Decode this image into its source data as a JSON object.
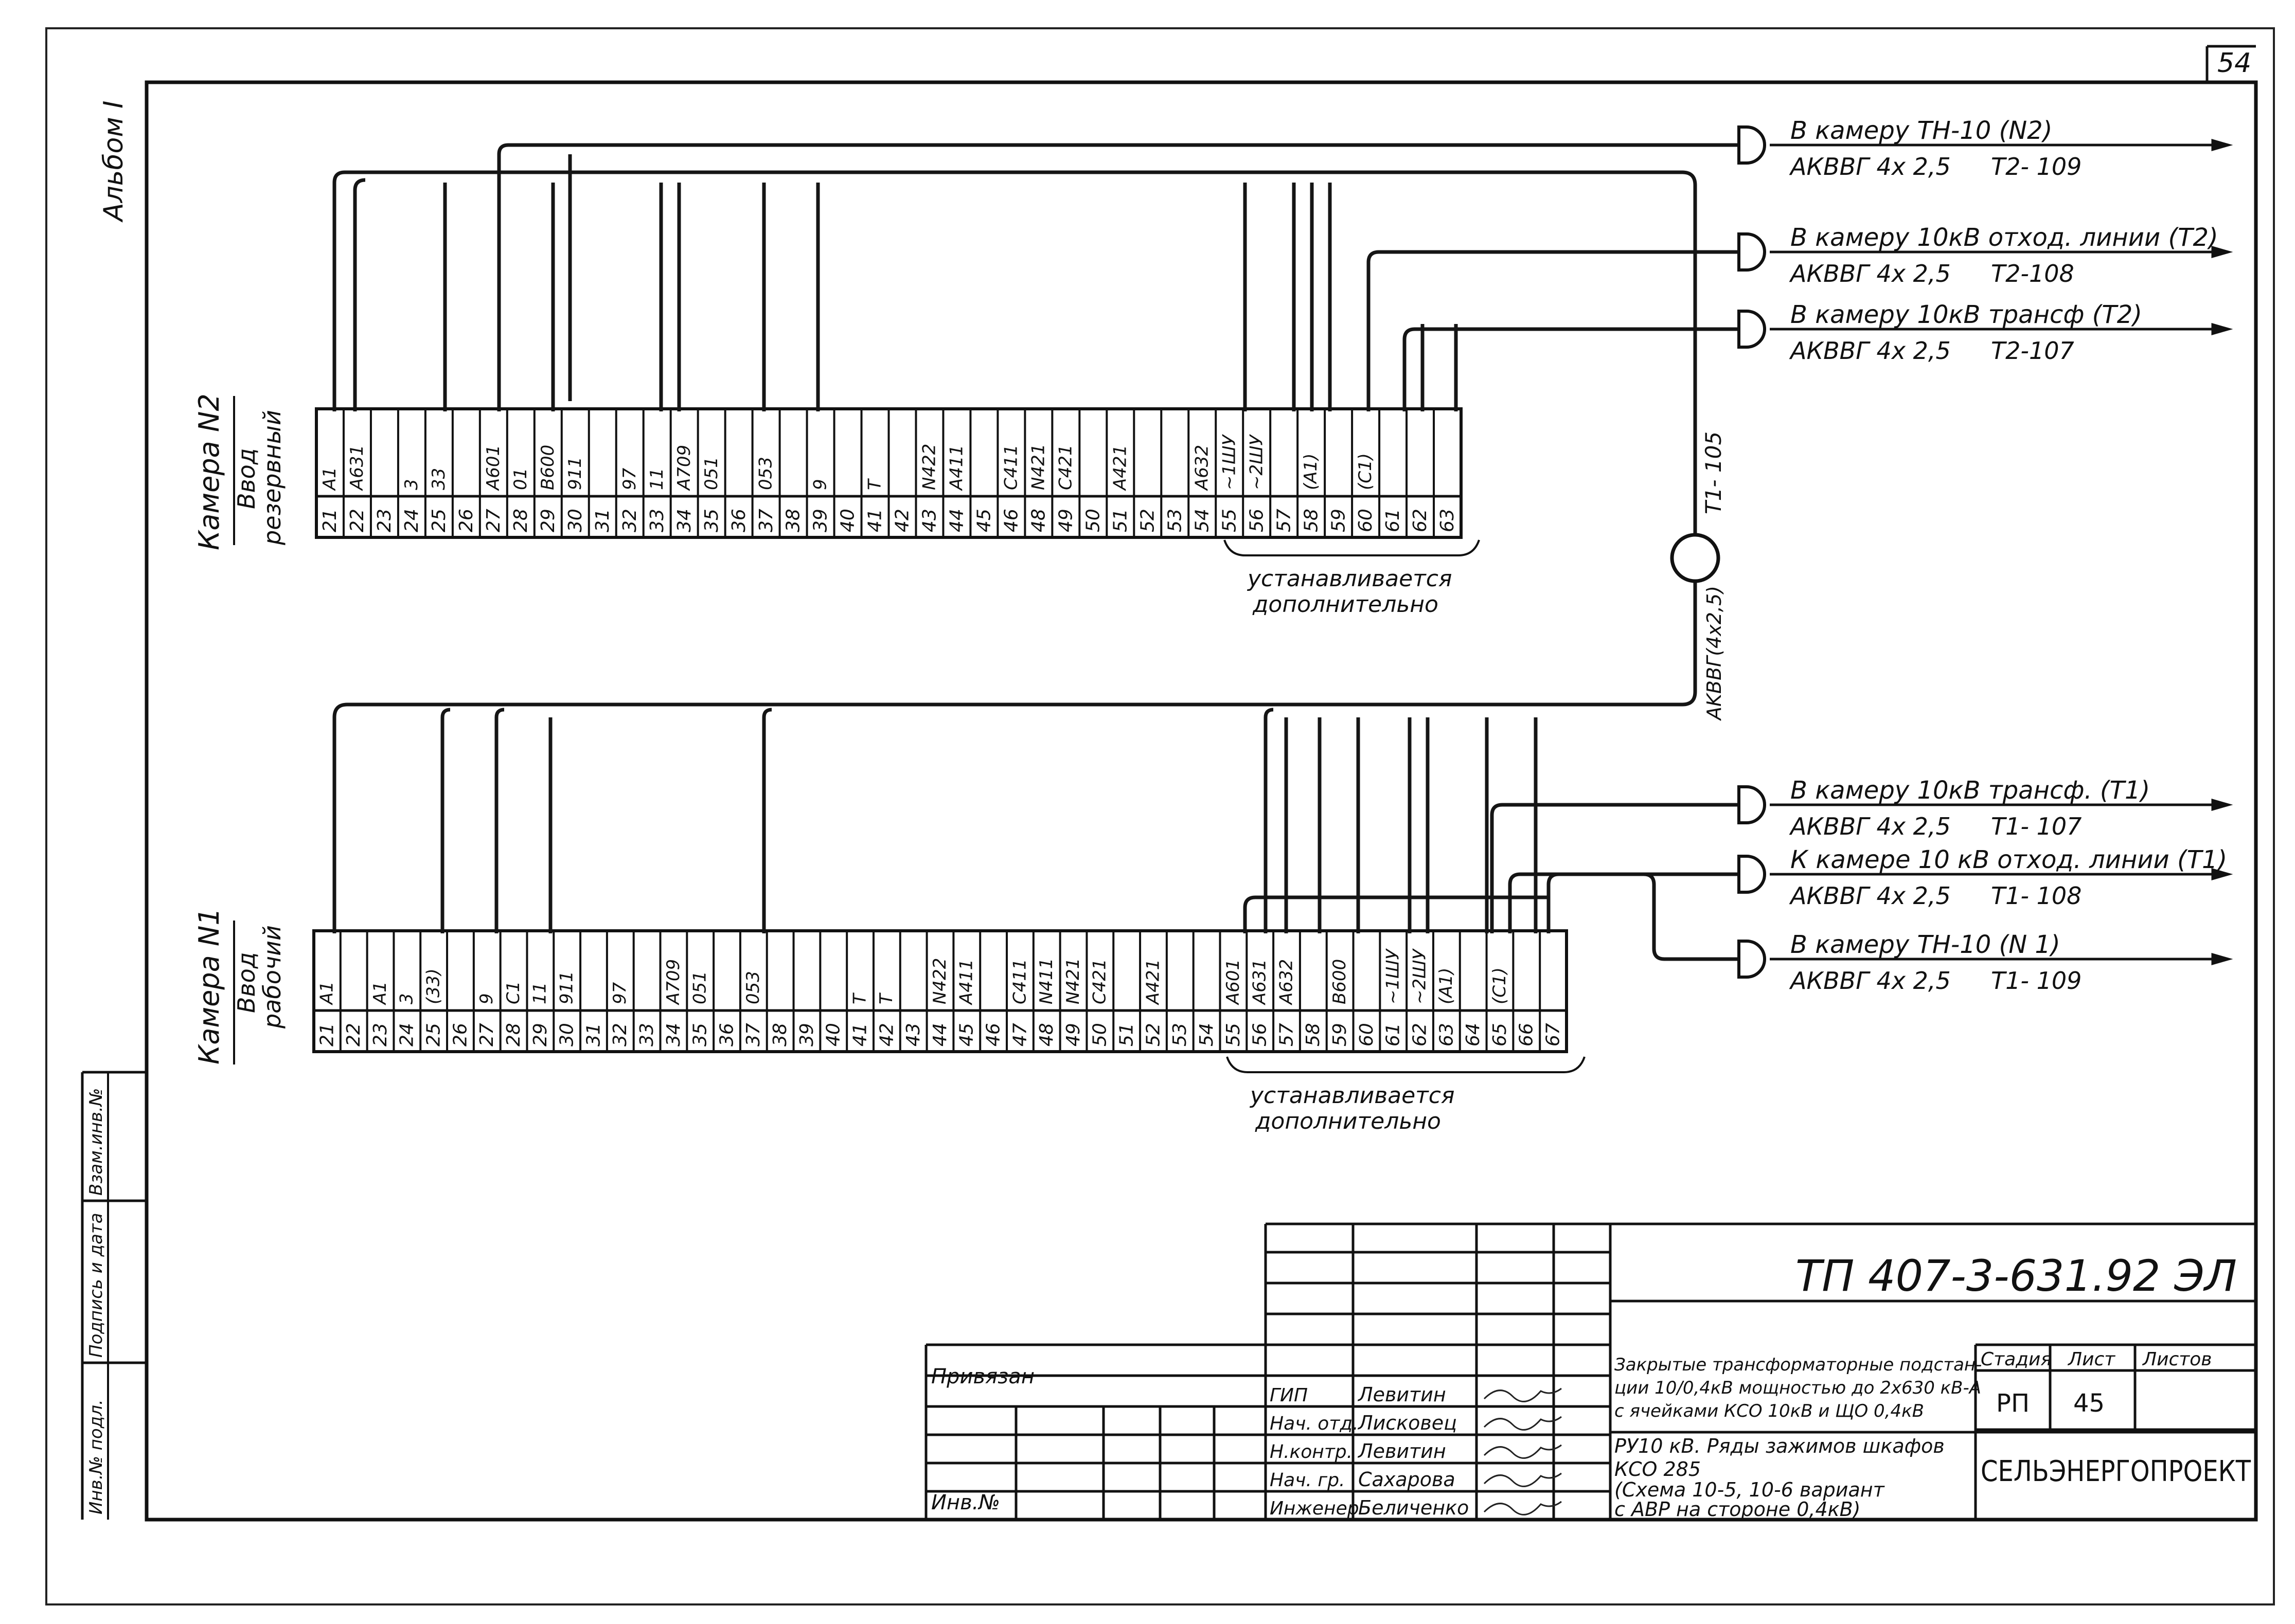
{
  "sheet_number": "54",
  "album_label": "Альбом I",
  "camera2": {
    "name": "Камера N2",
    "input": "Ввод",
    "input_type": "резервный",
    "top_labels": [
      "A1",
      "A631",
      "",
      "3",
      "33",
      "",
      "A601",
      "01",
      "B600",
      "911",
      "",
      "97",
      "11",
      "A709",
      "051",
      "",
      "053",
      "",
      "9",
      "",
      "T",
      "",
      "N422",
      "A411",
      "",
      "C411",
      "N421",
      "C421",
      "",
      "A421",
      "",
      "",
      "A632",
      "~1ШУ",
      "~2ШУ",
      "",
      "(A1)",
      "",
      "(C1)",
      ""
    ],
    "numbers": [
      "21",
      "22",
      "23",
      "24",
      "25",
      "26",
      "27",
      "28",
      "29",
      "30",
      "31",
      "32",
      "33",
      "34",
      "35",
      "36",
      "37",
      "38",
      "39",
      "40",
      "41",
      "42",
      "43",
      "44",
      "45",
      "46",
      "48",
      "49",
      "50",
      "51",
      "52",
      "53",
      "54",
      "55",
      "56",
      "57",
      "58",
      "59",
      "60",
      "61",
      "62",
      "63"
    ],
    "note_line1": "устанавливается",
    "note_line2": "дополнительно"
  },
  "camera1": {
    "name": "Камера N1",
    "input": "Ввод",
    "input_type": "рабочий",
    "top_labels": [
      "A1",
      "",
      "A1",
      "3",
      "(33)",
      "",
      "9",
      "C1",
      "11",
      "911",
      "",
      "97",
      "",
      "A709",
      "051",
      "",
      "053",
      "",
      "",
      "",
      "T",
      "T",
      "",
      "N422",
      "A411",
      "",
      "C411",
      "N411",
      "N421",
      "C421",
      "",
      "A421",
      "",
      "",
      "A601",
      "A631",
      "A632",
      "",
      "B600",
      "",
      "~1ШУ",
      "~2ШУ",
      "(A1)",
      "",
      "(C1)",
      ""
    ],
    "numbers": [
      "21",
      "22",
      "23",
      "24",
      "25",
      "26",
      "27",
      "28",
      "29",
      "30",
      "31",
      "32",
      "33",
      "34",
      "35",
      "36",
      "37",
      "38",
      "39",
      "40",
      "41",
      "42",
      "43",
      "44",
      "45",
      "46",
      "47",
      "48",
      "49",
      "50",
      "51",
      "52",
      "53",
      "54",
      "55",
      "56",
      "57",
      "58",
      "59",
      "60",
      "61",
      "62",
      "63",
      "64",
      "65",
      "66",
      "67"
    ],
    "note_line1": "устанавливается",
    "note_line2": "дополнительно"
  },
  "connection_cable": {
    "label": "T1- 105",
    "cable": "AKBBГ(4х2,5)"
  },
  "destinations": [
    {
      "title": "В камеру ТН-10 (N2)",
      "cable": "АКВВГ 4х 2,5",
      "code": "T2- 109"
    },
    {
      "title": "В камеру 10кВ отход. линии (T2)",
      "cable": "АКВВГ 4х 2,5",
      "code": "T2-108"
    },
    {
      "title": "В камеру 10кВ трансф (T2)",
      "cable": "АКВВГ 4х 2,5",
      "code": "T2-107"
    },
    {
      "title": "В камеру 10кВ трансф. (T1)",
      "cable": "АКВВГ 4х 2,5",
      "code": "T1- 107"
    },
    {
      "title": "К камере 10 кВ отход. линии (T1)",
      "cable": "АКВВГ 4х 2,5",
      "code": "T1- 108"
    },
    {
      "title": "В камеру ТН-10 (N 1)",
      "cable": "АКВВГ 4х 2,5",
      "code": "T1- 109"
    }
  ],
  "side_stamp": [
    "Инв.№ подл.",
    "Подпись и дата",
    "Взам.инв.№"
  ],
  "title_block": {
    "doc_code": "ТП 407-3-631.92 ЭЛ",
    "description": [
      "Закрытые трансформаторные подстан-",
      "ции 10/0,4кВ мощностью до 2х630 кВ-А",
      "с ячейками КСО 10кВ и ЩО 0,4кВ"
    ],
    "sheet_title": [
      "РУ10 кВ. Ряды зажимов шкафов",
      "КСО 285",
      "(Схема 10-5, 10-6   вариант",
      "с АВР на стороне   0,4кВ)"
    ],
    "stage_label": "Стадия",
    "stage_value": "РП",
    "sheet_label": "Лист",
    "sheet_value": "45",
    "sheets_label": "Листов",
    "org": "СЕЛЬЭНЕРГОПРОЕКТ",
    "privyazan": "Привязан",
    "inv_no": "Инв.№",
    "signatories": [
      {
        "role": "ГИП",
        "name": "Левитин"
      },
      {
        "role": "Нач. отд.",
        "name": "Лисковец"
      },
      {
        "role": "Н.контр.",
        "name": "Левитин"
      },
      {
        "role": "Нач. гр.",
        "name": "Сахарова"
      },
      {
        "role": "Инженер",
        "name": "Беличенко"
      }
    ]
  }
}
